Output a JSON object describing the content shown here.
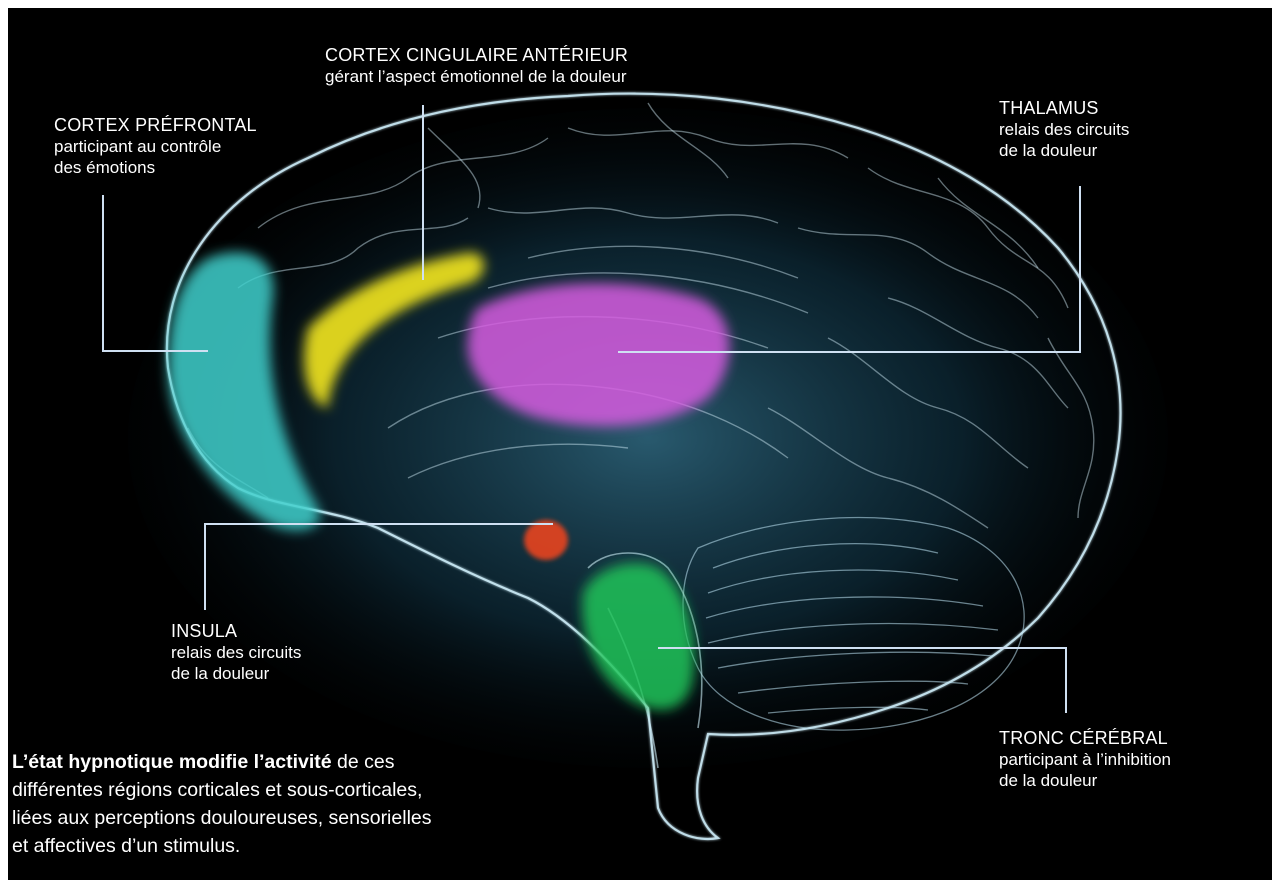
{
  "labels": {
    "prefrontal": {
      "title": "CORTEX PRÉFRONTAL",
      "desc": [
        "participant au contrôle",
        "des émotions"
      ],
      "color": "#3fd0cc"
    },
    "cingulate": {
      "title": "CORTEX CINGULAIRE ANTÉRIEUR",
      "desc": [
        "gérant l’aspect émotionnel de la douleur"
      ],
      "color": "#f2e51c"
    },
    "thalamus": {
      "title": "THALAMUS",
      "desc": [
        "relais des circuits",
        "de la douleur"
      ],
      "color": "#d65ce0"
    },
    "insula": {
      "title": "INSULA",
      "desc": [
        "relais des circuits",
        "de la douleur"
      ],
      "color": "#e8441c"
    },
    "brainstem": {
      "title": "TRONC CÉRÉBRAL",
      "desc": [
        "participant à l’inhibition",
        "de la douleur"
      ],
      "color": "#22c45a"
    }
  },
  "caption": {
    "bold": "L’état hypnotique modifie l’activité",
    "rest": " de ces différentes régions corticales et sous-corticales, liées aux perceptions douloureuses, sensorielles et affectives d’un stimulus."
  }
}
